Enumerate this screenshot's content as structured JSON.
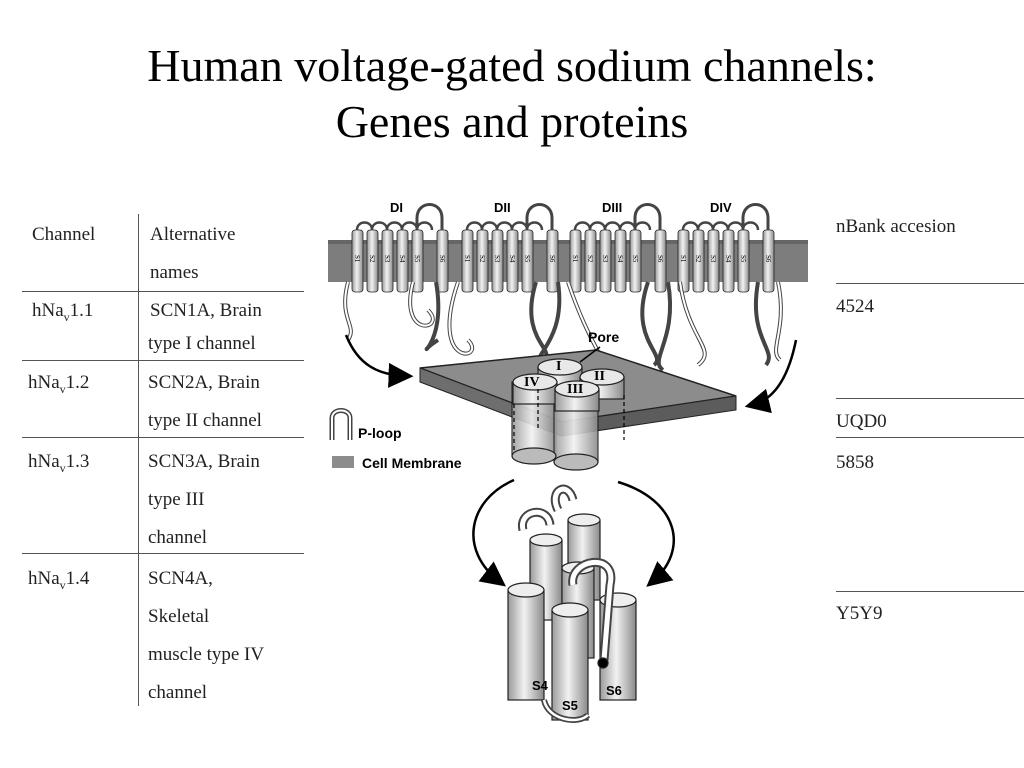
{
  "slide": {
    "title_line1": "Human voltage-gated sodium channels:",
    "title_line2": "Genes and proteins"
  },
  "table": {
    "header": {
      "channel": "Channel",
      "alt_line1": "Alternative",
      "alt_line2": "names"
    },
    "rows": [
      {
        "prefix": "hNa",
        "sub": "v",
        "num": "1.1",
        "alt": [
          "SCN1A,  Brain",
          "type I channel"
        ]
      },
      {
        "prefix": "hNa",
        "sub": "v",
        "num": "1.2",
        "alt": [
          "SCN2A, Brain",
          "type II channel"
        ]
      },
      {
        "prefix": "hNa",
        "sub": "v",
        "num": "1.3",
        "alt": [
          "SCN3A, Brain",
          "type III",
          "channel"
        ]
      },
      {
        "prefix": "hNa",
        "sub": "v",
        "num": "1.4",
        "alt": [
          "SCN4A,",
          "Skeletal",
          "muscle type IV",
          "channel"
        ]
      }
    ]
  },
  "accession": {
    "header": "nBank accesion",
    "values": [
      "4524",
      "UQD0",
      "5858",
      "Y5Y9"
    ]
  },
  "diagram": {
    "domains": [
      "DI",
      "DII",
      "DIII",
      "DIV"
    ],
    "segment_labels": [
      "S1",
      "S2",
      "S3",
      "S4",
      "S5",
      "S6"
    ],
    "pore_label": "Pore",
    "pore_numerals": [
      "I",
      "II",
      "III",
      "IV"
    ],
    "legend": {
      "ploop": "P-loop",
      "membrane": "Cell Membrane"
    },
    "helix_labels": [
      "S4",
      "S5",
      "S6"
    ]
  }
}
